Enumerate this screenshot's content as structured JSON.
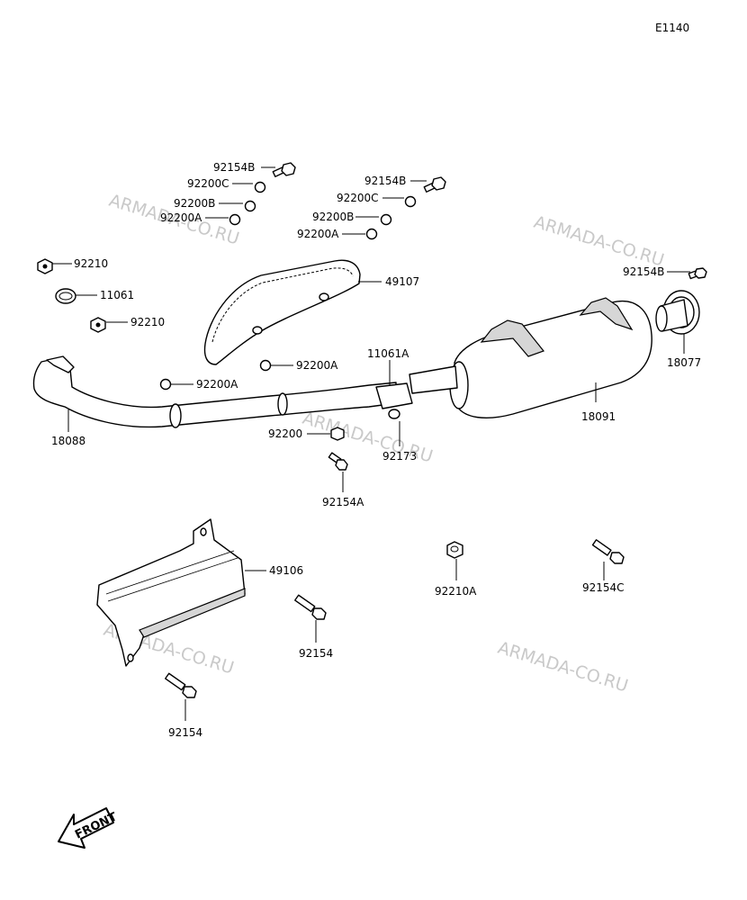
{
  "diagram_code": "E1140",
  "watermark": "ARMADA-CO.RU",
  "front_label": "FRONT",
  "labels": {
    "p92154B_1": "92154B",
    "p92200C_1": "92200C",
    "p92200B_1": "92200B",
    "p92200A_1": "92200A",
    "p92154B_2": "92154B",
    "p92200C_2": "92200C",
    "p92200B_2": "92200B",
    "p92200A_2": "92200A",
    "p92210_1": "92210",
    "p11061": "11061",
    "p92210_2": "92210",
    "p49107": "49107",
    "p92154B_3": "92154B",
    "p18077": "18077",
    "p92200A_3": "92200A",
    "p92200A_4": "92200A",
    "p11061A": "11061A",
    "p18091": "18091",
    "p18088": "18088",
    "p92200": "92200",
    "p92173": "92173",
    "p92154A": "92154A",
    "p49106": "49106",
    "p92210A": "92210A",
    "p92154C": "92154C",
    "p92154_1": "92154",
    "p92154_2": "92154"
  }
}
